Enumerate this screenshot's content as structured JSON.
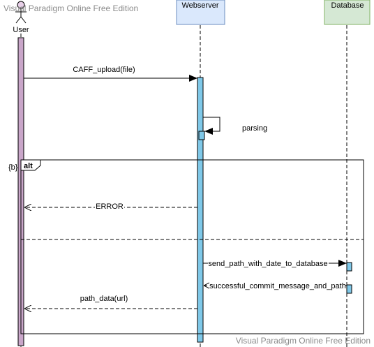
{
  "watermark_top": "Visual Paradigm Online Free Edition",
  "watermark_bottom": "Visual Paradigm Online Free Edition",
  "actors": {
    "user": {
      "label": "User"
    },
    "webserver": {
      "label": "Webserver",
      "fill": "#dae8fc",
      "stroke": "#6c8ebf"
    },
    "database": {
      "label": "Database",
      "fill": "#d5e8d4",
      "stroke": "#82b366"
    }
  },
  "activation_colors": {
    "user": "#c9a6c9",
    "webserver": "#7fc8e8",
    "database": "#7fc8e8"
  },
  "fragment": {
    "operator": "alt",
    "guard": "{b}"
  },
  "messages": {
    "upload": "CAFF_upload(file)",
    "parsing": "parsing",
    "error": "ERROR",
    "send_path": "send_path_with_date_to_database",
    "commit": "successful_commit_message_and_path",
    "path_data": "path_data(url)"
  }
}
